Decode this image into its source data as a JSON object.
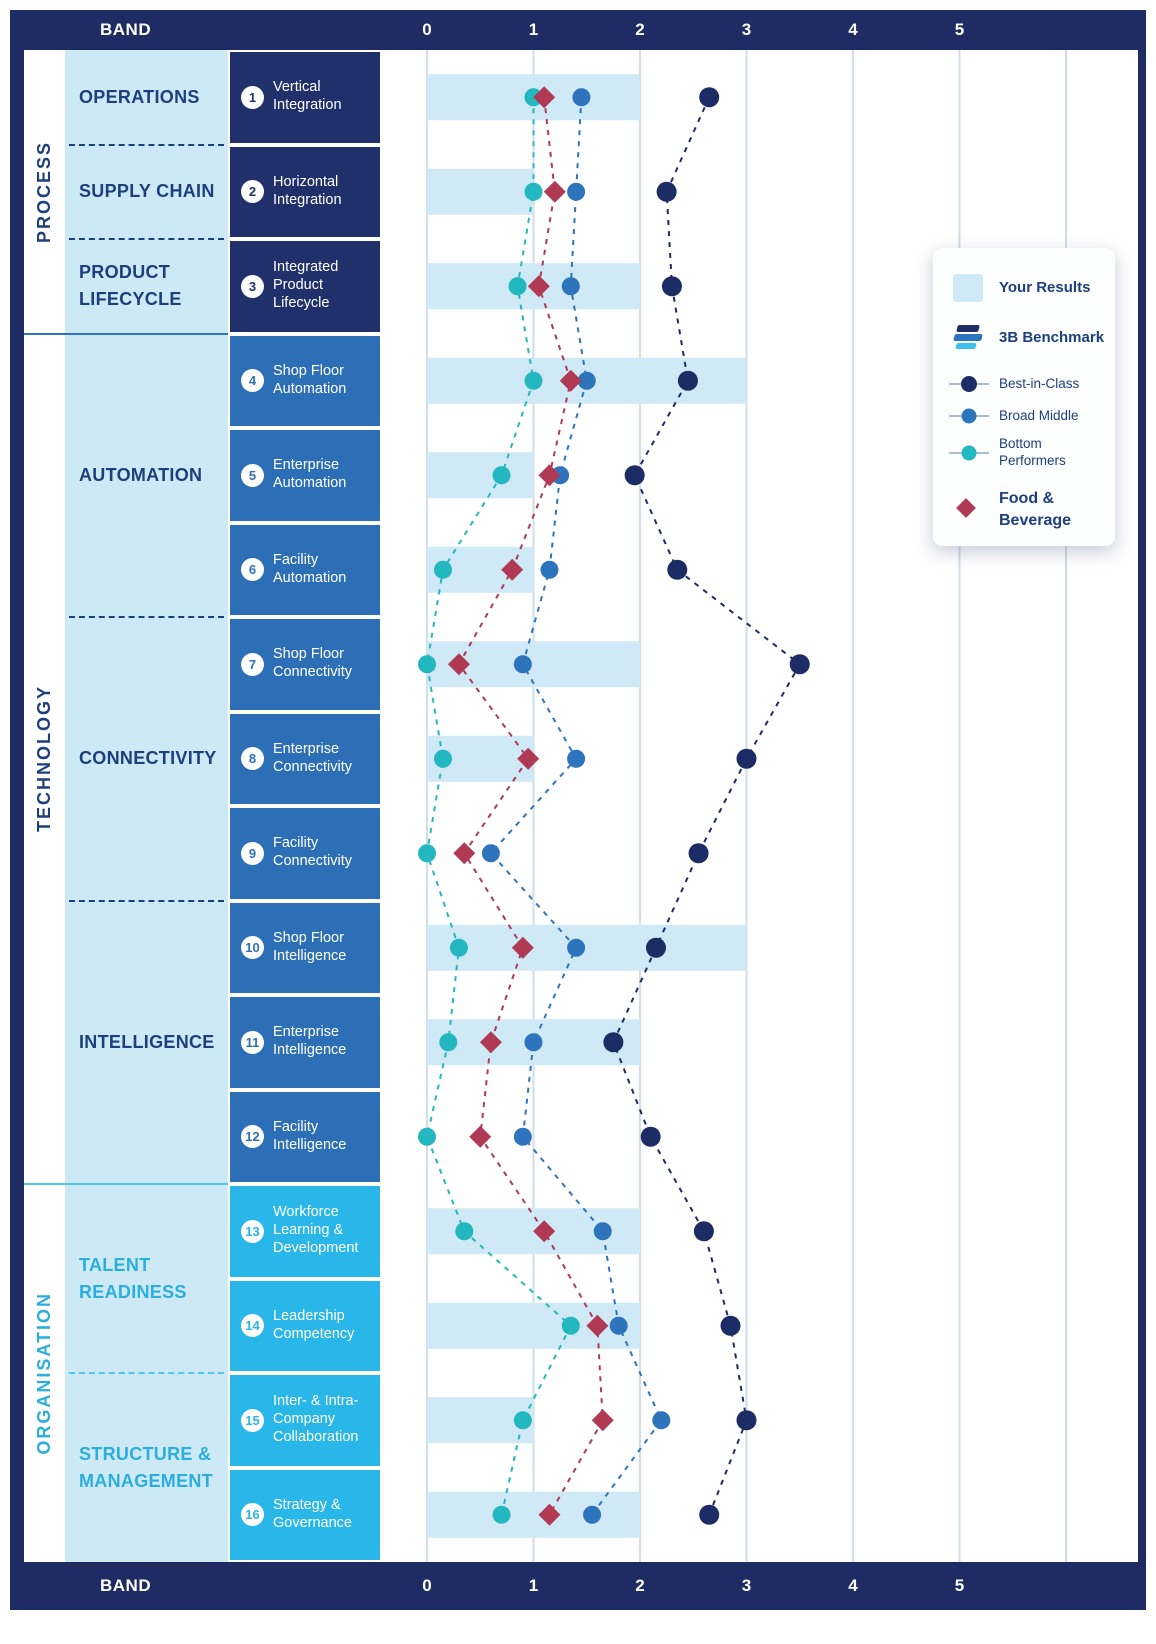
{
  "axis": {
    "band_label": "BAND",
    "ticks": [
      "0",
      "1",
      "2",
      "3",
      "4",
      "5"
    ]
  },
  "colors": {
    "frame_navy": "#1f2b63",
    "band_column_bg": "#cde9f6",
    "your_results_bar": "#cfe9f6",
    "gridline": "#ccdfeb",
    "cell_process": "#20306b",
    "cell_technology": "#2d6fb7",
    "cell_organisation": "#29b6e8",
    "label_navy": "#1d3f7d",
    "label_cyan": "#29aede",
    "separator_blue": "#2e74bd",
    "separator_cyan": "#4fc6ea",
    "benchmark_cyan": "#3ec1ea"
  },
  "sidebar": {
    "groups": [
      {
        "label": "PROCESS",
        "theme": "process",
        "bands": [
          {
            "label_lines": [
              "OPERATIONS"
            ],
            "dims": [
              {
                "num": "1",
                "lines": [
                  "Vertical",
                  "Integration"
                ]
              }
            ]
          },
          {
            "label_lines": [
              "SUPPLY CHAIN"
            ],
            "dims": [
              {
                "num": "2",
                "lines": [
                  "Horizontal",
                  "Integration"
                ]
              }
            ]
          },
          {
            "label_lines": [
              "PRODUCT",
              "LIFECYCLE"
            ],
            "dims": [
              {
                "num": "3",
                "lines": [
                  "Integrated",
                  "Product",
                  "Lifecycle"
                ]
              }
            ]
          }
        ]
      },
      {
        "label": "TECHNOLOGY",
        "theme": "technology",
        "bands": [
          {
            "label_lines": [
              "AUTOMATION"
            ],
            "dims": [
              {
                "num": "4",
                "lines": [
                  "Shop Floor",
                  "Automation"
                ]
              },
              {
                "num": "5",
                "lines": [
                  "Enterprise",
                  "Automation"
                ]
              },
              {
                "num": "6",
                "lines": [
                  "Facility",
                  "Automation"
                ]
              }
            ]
          },
          {
            "label_lines": [
              "CONNECTIVITY"
            ],
            "dims": [
              {
                "num": "7",
                "lines": [
                  "Shop Floor",
                  "Connectivity"
                ]
              },
              {
                "num": "8",
                "lines": [
                  "Enterprise",
                  "Connectivity"
                ]
              },
              {
                "num": "9",
                "lines": [
                  "Facility",
                  "Connectivity"
                ]
              }
            ]
          },
          {
            "label_lines": [
              "INTELLIGENCE"
            ],
            "dims": [
              {
                "num": "10",
                "lines": [
                  "Shop Floor",
                  "Intelligence"
                ]
              },
              {
                "num": "11",
                "lines": [
                  "Enterprise",
                  "Intelligence"
                ]
              },
              {
                "num": "12",
                "lines": [
                  "Facility",
                  "Intelligence"
                ]
              }
            ]
          }
        ]
      },
      {
        "label": "ORGANISATION",
        "theme": "organisation",
        "bands": [
          {
            "label_lines": [
              "TALENT",
              "READINESS"
            ],
            "dims": [
              {
                "num": "13",
                "lines": [
                  "Workforce",
                  "Learning &",
                  "Development"
                ]
              },
              {
                "num": "14",
                "lines": [
                  "Leadership",
                  "Competency"
                ]
              }
            ]
          },
          {
            "label_lines": [
              "STRUCTURE &",
              "MANAGEMENT"
            ],
            "dims": [
              {
                "num": "15",
                "lines": [
                  "Inter- & Intra-",
                  "Company",
                  "Collaboration"
                ]
              },
              {
                "num": "16",
                "lines": [
                  "Strategy &",
                  "Governance"
                ]
              }
            ]
          }
        ]
      }
    ]
  },
  "legend": {
    "your_results": "Your Results",
    "benchmark": "3B Benchmark",
    "best": "Best-in-Class",
    "middle": "Broad Middle",
    "bottom_l1": "Bottom",
    "bottom_l2": "Performers",
    "food_l1": "Food &",
    "food_l2": "Beverage"
  },
  "chart_data": {
    "type": "scatter",
    "xlabel": "BAND",
    "xlim": [
      0,
      6
    ],
    "ticks": [
      0,
      1,
      2,
      3,
      4,
      5
    ],
    "grid": true,
    "legend_position": "right",
    "categories": [
      "Vertical Integration",
      "Horizontal Integration",
      "Integrated Product Lifecycle",
      "Shop Floor Automation",
      "Enterprise Automation",
      "Facility Automation",
      "Shop Floor Connectivity",
      "Enterprise Connectivity",
      "Facility Connectivity",
      "Shop Floor Intelligence",
      "Enterprise Intelligence",
      "Facility Intelligence",
      "Workforce Learning & Development",
      "Leadership Competency",
      "Inter- & Intra-Company Collaboration",
      "Strategy & Governance"
    ],
    "your_results": {
      "name": "Your Results",
      "type": "bar",
      "values": [
        2,
        1,
        2,
        3,
        1,
        1,
        2,
        1,
        0,
        3,
        2,
        0,
        2,
        2,
        1,
        2
      ]
    },
    "series": [
      {
        "name": "Best-in-Class",
        "marker": "circle",
        "color": "#1c2c64",
        "values": [
          2.65,
          2.25,
          2.3,
          2.45,
          1.95,
          2.35,
          3.5,
          3.0,
          2.55,
          2.15,
          1.75,
          2.1,
          2.6,
          2.85,
          3.0,
          2.65
        ]
      },
      {
        "name": "Broad Middle",
        "marker": "circle",
        "color": "#2e74bd",
        "values": [
          1.45,
          1.4,
          1.35,
          1.5,
          1.25,
          1.15,
          0.9,
          1.4,
          0.6,
          1.4,
          1.0,
          0.9,
          1.65,
          1.8,
          2.2,
          1.55
        ]
      },
      {
        "name": "Bottom Performers",
        "marker": "circle",
        "color": "#23b7bf",
        "values": [
          1.0,
          1.0,
          0.85,
          1.0,
          0.7,
          0.15,
          0.0,
          0.15,
          0.0,
          0.3,
          0.2,
          0.0,
          0.35,
          1.35,
          0.9,
          0.7
        ]
      },
      {
        "name": "Food & Beverage",
        "marker": "diamond",
        "color": "#b03a53",
        "values": [
          1.1,
          1.2,
          1.05,
          1.35,
          1.15,
          0.8,
          0.3,
          0.95,
          0.35,
          0.9,
          0.6,
          0.5,
          1.1,
          1.6,
          1.65,
          1.15
        ]
      }
    ]
  }
}
